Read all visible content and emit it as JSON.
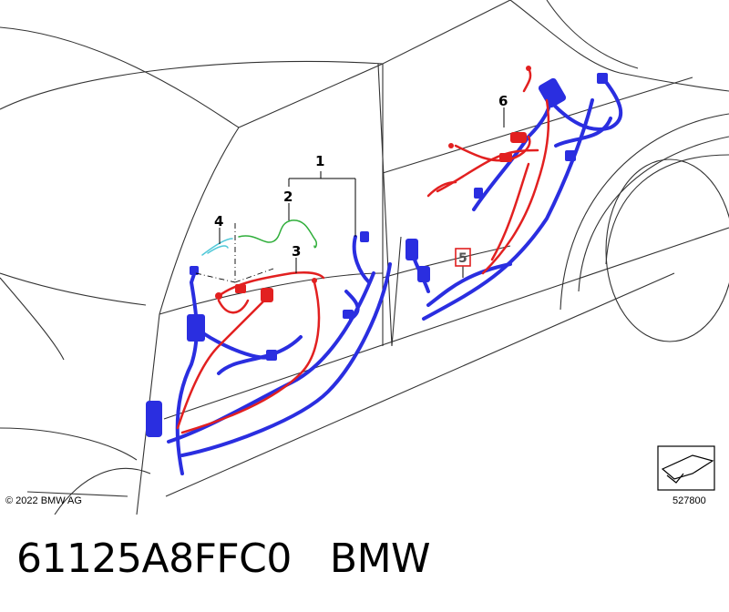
{
  "diagram": {
    "callouts": [
      "1",
      "2",
      "3",
      "4",
      "5",
      "6"
    ],
    "highlighted_callout": "5",
    "copyright": "© 2022 BMW AG",
    "image_number": "527800",
    "colors": {
      "harness_blue": "#2a2ee0",
      "harness_red": "#e22020",
      "harness_green": "#2fae3a",
      "harness_cyan": "#4fc8d8",
      "outline": "#333333",
      "highlight_box": "#e02020"
    }
  },
  "caption": {
    "part_number": "61125A8FFC0",
    "brand": "BMW"
  }
}
